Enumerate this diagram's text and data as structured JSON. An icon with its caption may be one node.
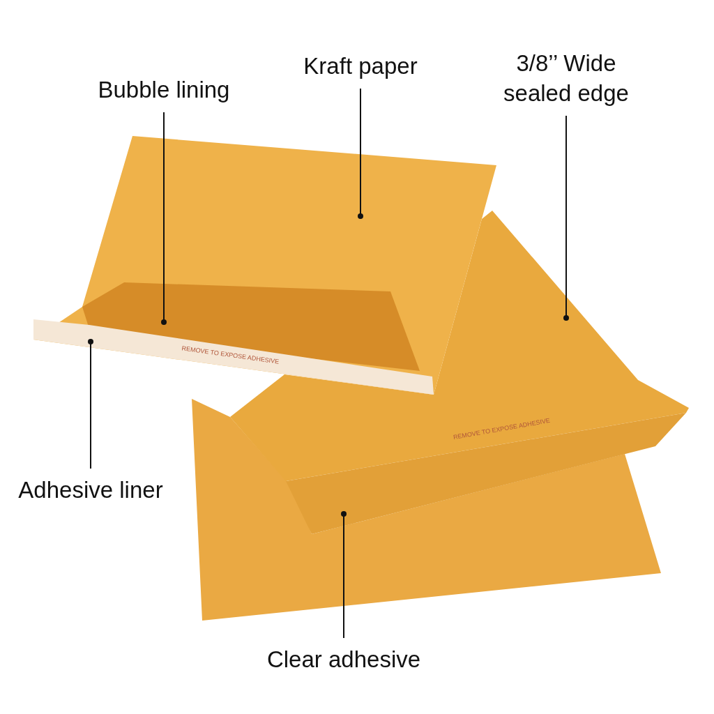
{
  "diagram": {
    "nodes": [
      {
        "text": [
          "Bubble lining"
        ]
      },
      {
        "text": [
          "Kraft paper"
        ]
      },
      {
        "text": [
          "3/8’’ Wide sealed edge"
        ]
      },
      {
        "text": [
          "Adhesive liner"
        ]
      },
      {
        "text": [
          "Clear adhesive"
        ]
      },
      {
        "text": [],
        "shape": "picture"
      },
      {
        "text": [],
        "shape": "picture",
        "in": 5
      },
      {
        "text": [],
        "shape": "picture"
      },
      {
        "text": [],
        "shape": "picture",
        "in": 5
      },
      {
        "text": [],
        "shape": "picture"
      }
    ],
    "edges": [
      {
        "from": 0,
        "to": 6,
        "arrow": "other"
      },
      {
        "from": 1,
        "to": 5,
        "arrow": "other"
      },
      {
        "from": 2,
        "to": 7,
        "arrow": "other"
      },
      {
        "from": 3,
        "to": 8,
        "arrow": "other"
      },
      {
        "from": 4,
        "to": 9,
        "arrow": "other"
      }
    ],
    "labels": [
      "REMOVE TO EXPOSE ADHESIVE",
      "REMOVE TO EXPOSE ADHESIVE"
    ]
  }
}
